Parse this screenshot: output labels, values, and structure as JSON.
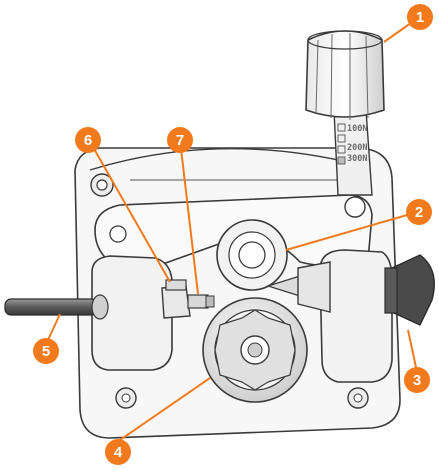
{
  "figure": {
    "scale_labels": [
      "100N",
      "200N",
      "300N"
    ],
    "callouts": [
      {
        "id": "1",
        "label": "1",
        "color": "#f07a1c"
      },
      {
        "id": "2",
        "label": "2",
        "color": "#f07a1c"
      },
      {
        "id": "3",
        "label": "3",
        "color": "#f07a1c"
      },
      {
        "id": "4",
        "label": "4",
        "color": "#f07a1c"
      },
      {
        "id": "5",
        "label": "5",
        "color": "#f07a1c"
      },
      {
        "id": "6",
        "label": "6",
        "color": "#f07a1c"
      },
      {
        "id": "7",
        "label": "7",
        "color": "#f07a1c"
      }
    ],
    "colors": {
      "outline": "#3a3a3a",
      "fill": "#f4f4f4",
      "shade": "#d9d9d9",
      "dark": "#2b2b2b",
      "accent": "#f07a1c"
    }
  }
}
